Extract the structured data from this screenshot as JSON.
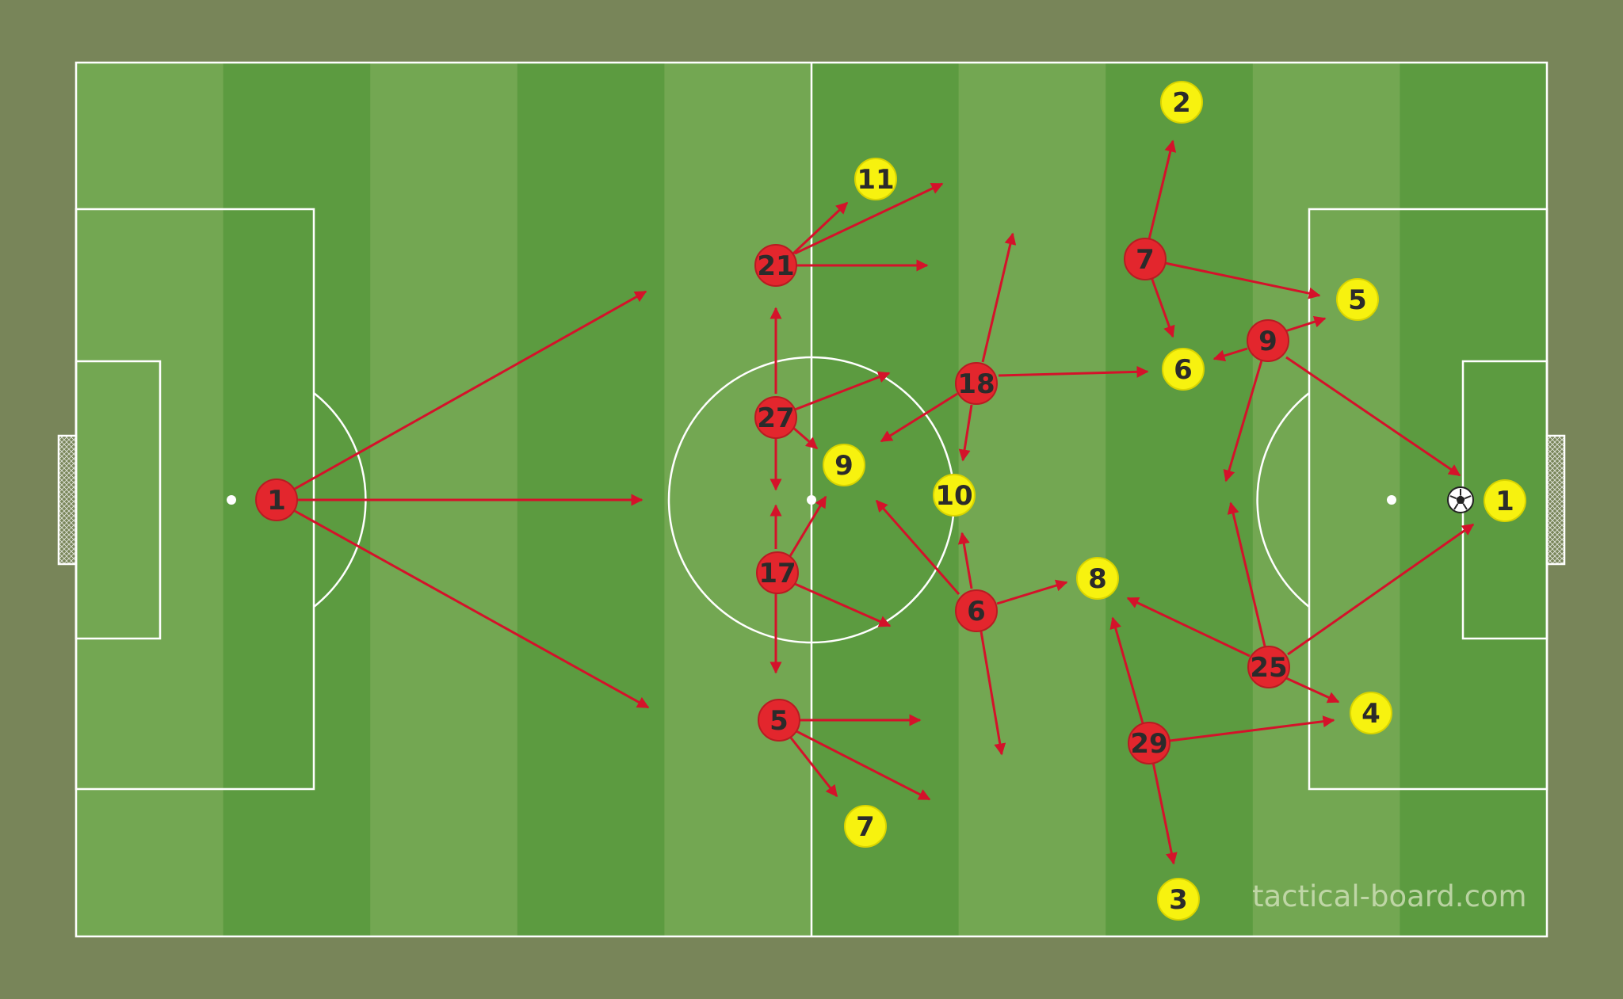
{
  "site": {
    "watermark": "tactical-board.com"
  },
  "colors": {
    "background": "#788559",
    "stripe_light": "#73a752",
    "stripe_dark": "#5c9b40",
    "lines": "#ffffff",
    "red_player": "#e3262d",
    "red_outline": "#b81c22",
    "yellow_player": "#f7f20f",
    "yellow_outline": "#d9d400",
    "arrow": "#d4122a",
    "label_text": "#2b2b2b"
  },
  "ball": {
    "icon": "soccer-ball-icon"
  },
  "red_team": [
    {
      "id": "r1",
      "number": "1"
    },
    {
      "id": "r21",
      "number": "21"
    },
    {
      "id": "r27",
      "number": "27"
    },
    {
      "id": "r17",
      "number": "17"
    },
    {
      "id": "r5",
      "number": "5"
    },
    {
      "id": "r18",
      "number": "18"
    },
    {
      "id": "r6",
      "number": "6"
    },
    {
      "id": "r7",
      "number": "7"
    },
    {
      "id": "r9",
      "number": "9"
    },
    {
      "id": "r25",
      "number": "25"
    },
    {
      "id": "r29",
      "number": "29"
    }
  ],
  "yellow_team": [
    {
      "id": "y1",
      "number": "1"
    },
    {
      "id": "y2",
      "number": "2"
    },
    {
      "id": "y3",
      "number": "3"
    },
    {
      "id": "y4",
      "number": "4"
    },
    {
      "id": "y5",
      "number": "5"
    },
    {
      "id": "y6",
      "number": "6"
    },
    {
      "id": "y7",
      "number": "7"
    },
    {
      "id": "y8",
      "number": "8"
    },
    {
      "id": "y9",
      "number": "9"
    },
    {
      "id": "y10",
      "number": "10"
    },
    {
      "id": "y11",
      "number": "11"
    }
  ]
}
